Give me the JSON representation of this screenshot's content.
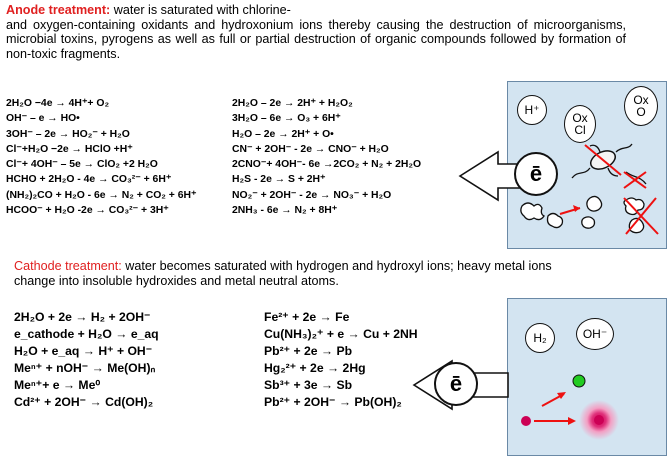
{
  "anode": {
    "heading": "Anode treatment:",
    "text_line1": " water is saturated with chlorine-",
    "text_rest": "and oxygen-containing oxidants and hydroxonium ions thereby causing the destruction of microorganisms, microbial toxins, pyrogens as well as full or partial destruction of organic compounds followed by formation of non-toxic fragments.",
    "equations_left": [
      "2H₂O −4e → 4H⁺+ O₂",
      "OH⁻ – e → HO•",
      "3OH⁻ – 2e → HO₂⁻ + H₂O",
      "Cl⁻+H₂O −2e → HClO +H⁺",
      "Cl⁻+ 4OH⁻ – 5e → ClO₂ +2 H₂O",
      "HCHO + 2H₂O - 4e → CO₃²⁻ + 6H⁺",
      "(NH₂)₂CO + H₂O - 6e → N₂ + CO₂ + 6H⁺",
      "HCOO⁻ + H₂O -2e → CO₃²⁻ + 3H⁺"
    ],
    "equations_right": [
      "2H₂O – 2e → 2H⁺ + H₂O₂",
      "3H₂O – 6e → O₃ + 6H⁺",
      "H₂O – 2e  →  2H⁺  + O•",
      "CN⁻ + 2OH⁻ - 2e → CNO⁻ + H₂O",
      "2CNO⁻+ 4OH⁻- 6e →2CO₂ + N₂ + 2H₂O",
      "H₂S - 2e → S + 2H⁺",
      "NO₂⁻ + 2OH⁻ - 2e → NO₃⁻ + H₂O",
      "2NH₃ - 6e → N₂ + 8H⁺"
    ],
    "panel": {
      "h_plus": "H⁺",
      "ox_cl_1": "Ox",
      "ox_cl_2": "Cl",
      "ox_o_1": "Ox",
      "ox_o_2": "O",
      "electron": "ē"
    }
  },
  "cathode": {
    "heading": "Cathode treatment:",
    "text": " water becomes saturated with hydrogen and hydroxyl ions; heavy metal ions change into insoluble hydroxides and metal neutral atoms.",
    "equations_left": [
      "2H₂O + 2e → H₂ + 2OH⁻",
      "e_cathode + H₂O → e_aq",
      "H₂O + e_aq → H⁺ + OH⁻",
      "Meⁿ⁺ + nOH⁻ → Me(OH)ₙ",
      "Meⁿ⁺+ e → Me⁰",
      "Cd²⁺ + 2OH⁻ → Cd(OH)₂"
    ],
    "equations_right": [
      "Fe²⁺ + 2e → Fe",
      "Cu(NH₃)₂⁺ + e → Cu + 2NH",
      "Pb²⁺ + 2e → Pb",
      "Hg₂²⁺ + 2e → 2Hg",
      "Sb³⁺ + 3e → Sb",
      "Pb²⁺ + 2OH⁻ → Pb(OH)₂"
    ],
    "panel": {
      "h2": "H₂",
      "oh_minus": "OH⁻",
      "electron": "ē"
    }
  },
  "colors": {
    "heading_red": "#e02020",
    "panel_blue": "#d3e4f1",
    "green_dot": "#22cc22",
    "magenta_dot": "#cc0055"
  }
}
